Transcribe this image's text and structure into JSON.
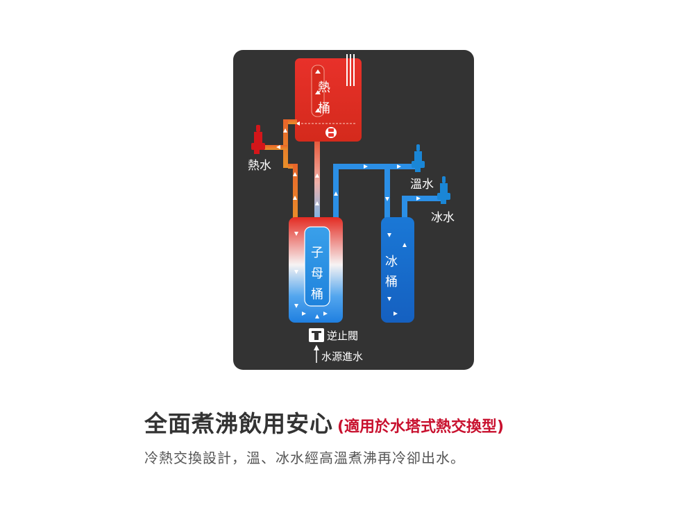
{
  "diagram": {
    "hot_tank_label": [
      "熱",
      "桶"
    ],
    "hot_water_label": "熱水",
    "warm_water_label": "溫水",
    "ice_water_label": "冰水",
    "mother_tank_label": [
      "子",
      "母",
      "桶"
    ],
    "ice_tank_label": [
      "冰",
      "桶"
    ],
    "check_valve_label": "逆止閥",
    "water_inlet_label": "水源進水"
  },
  "headline": {
    "main": "全面煮沸飲用安心",
    "sub": "(適用於水塔式熱交換型)"
  },
  "description": "冷熱交換設計，溫、冰水經高溫煮沸再冷卻出水。",
  "colors": {
    "panel_bg": "#333333",
    "hot_red": "#e8312a",
    "cold_blue": "#1e7fd8",
    "accent_red": "#c8102e"
  }
}
